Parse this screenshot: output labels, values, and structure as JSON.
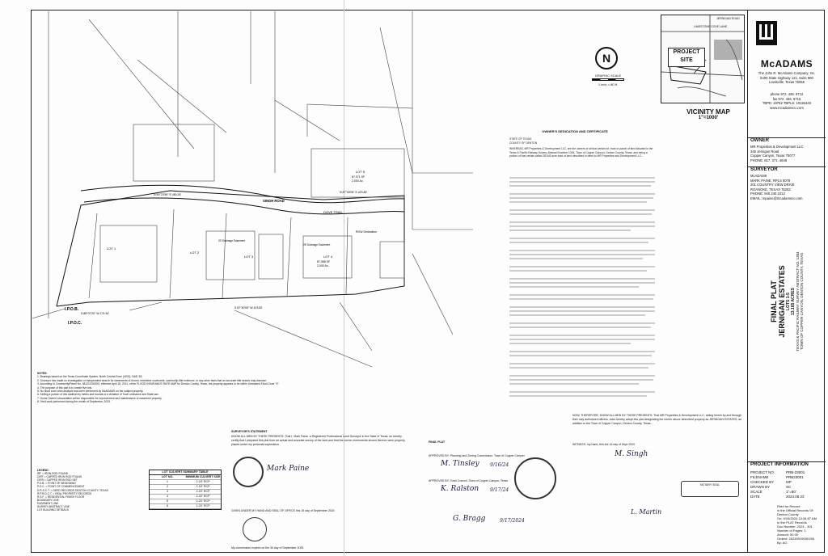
{
  "firm": {
    "name": "McADAMS",
    "address_lines": [
      "The John R. McAdams Company, Inc.",
      "6400 State Highway 121, Suite 800",
      "Lewisville, Texas 75056"
    ],
    "phone_lines": [
      "phone 972. 436. 9712",
      "fax 972. 436. 9715",
      "TBPE: 19762 TBPLS: 10194440",
      "www.mcadamsco.com"
    ]
  },
  "owner": {
    "header": "OWNER",
    "lines": [
      "MR Properties & Development LLC",
      "345 Jernigan Road",
      "Copper Canyon, Texas 75077",
      "PHONE: 817. 371. 4848"
    ]
  },
  "surveyor": {
    "header": "SURVEYOR",
    "lines": [
      "McADAMS",
      "MARK PAINE, RPLS 5078",
      "201 COUNTRY VIEW DRIVE",
      "ROANOKE, TEXAS 76262",
      "PHONE: 940.240.1012",
      "EMAIL: mpaine@mcadamsco.com"
    ]
  },
  "title": {
    "line1": "FINAL PLAT",
    "line2": "JERNIGAN ESTATES",
    "line3": "LOTS 1-5",
    "line4": "13.165 ACRES",
    "line5": "TEXAS & PACIFIC RAILWAY SURVEY ABSTRACT NO. 1304",
    "line6": "TOWN OF COPPER CANYON, DENTON COUNTY, TEXAS"
  },
  "project_info": {
    "header": "PROJECT INFORMATION",
    "rows": [
      {
        "k": "PROJECT NO.",
        "v": "PRB-23001"
      },
      {
        "k": "FILENAME",
        "v": "PRB23001"
      },
      {
        "k": "CHECKED BY",
        "v": "MP"
      },
      {
        "k": "DRAWN BY",
        "v": "SC"
      },
      {
        "k": "SCALE",
        "v": "1\"=80'"
      },
      {
        "k": "DATE",
        "v": "2024.08.23"
      }
    ]
  },
  "recording": {
    "lines": [
      "Filed for Record",
      "in the Official Records Of:",
      "Denton County",
      "On: 9/19/2024 10:34:57 AM",
      "In the PLAT Records",
      "Doc Number: 2024 - 301",
      "Number of Pages: 1",
      "Amount: 50.00",
      "Order#: 20240919000156",
      "By: AG"
    ]
  },
  "vicinity": {
    "site_label": "PROJECT SITE",
    "title": "VICINITY MAP",
    "scale": "1\"=1000'",
    "road_label": "LIMESTONE COVE LANE",
    "road_label2": "JERNIGAN ROAD"
  },
  "graphic_scale": {
    "label": "GRAPHIC SCALE",
    "units": "1 inch = 80 ft."
  },
  "north": "N",
  "plat_labels": {
    "ipob": "I.P.O.B.",
    "ipoc": "I.P.O.C.",
    "road1": "SINGH ROAD",
    "road2": "DOVE TRAIL",
    "row_dedication": "ROW Dedication",
    "lot1": "LOT 1",
    "lot2": "LOT 2",
    "lot3": "LOT 3",
    "lot4": "LOT 4",
    "lot5": "LOT 5",
    "lot4_area": "87,088 SF",
    "lot4_ac": "2.000 Ac.",
    "lot5_area": "87,071 SF",
    "lot5_ac": "2.000 Ac.",
    "bearing1": "N 89°23'59\" E 450.00'",
    "bearing2": "N 87°40'05\" E 423.82'",
    "bearing3": "S 88°07'20\" W 174.34'",
    "bearing4": "S 87°40'05\" W 423.82'",
    "drainage": "20' Drainage Easement",
    "wm": "25' Drainage Easement"
  },
  "owners_cert": {
    "title": "OWNER'S DEDICATION AND CERTIFICATE",
    "state": "STATE OF TEXAS",
    "county": "COUNTY OF DENTON",
    "whereas": "WHEREAS, MR Properties & Development LLC, are the owners of all that certain lot, tract or parcel of land situated in the Texas & Pacific Railway Survey, Abstract Number 1304, Town of Copper Canyon, Denton County, Texas, and being a portion of that certain called 28.643 acre tract of land described in deed to MR Properties and Development LLC..."
  },
  "notes": {
    "header": "NOTES:",
    "items": [
      "1. Bearings based on the Texas Coordinate System, North Central Zone (4202), NAD '83.",
      "2. Surveyor has made no investigation or independent search for easements of record, restrictive covenants, ownership title evidence, or any other facts that an accurate title search may disclose.",
      "3. According to Community/Panel No. 48121C0630G, effective April 18, 2011, of the FLOOD INSURANCE RATE MAP for Denton County, Texas, the property appears to be within Unshaded Flood Zone \"X\".",
      "4. The purpose of this plat is to create five lots.",
      "5. No flood zone area analysis has been performed by McADAMS on the subject property.",
      "6. Selling a portion of this addition by metes and bounds is a violation of Town ordinance and State law.",
      "7. Home Owner's Association will be responsible for improvement and maintenance of easement property.",
      "8. Field work performed during the month of September, 2023."
    ]
  },
  "legend": {
    "header": "LEGEND",
    "items": [
      "IRF = IRON ROD FOUND",
      "CIRF = CAPPED IRON ROD FOUND",
      "CIRS = CAPPED IRON ROD SET",
      "P.O.B. = POINT OF BEGINNING",
      "P.O.C. = POINT OF COMMENCEMENT",
      "D.R.D.C.T. = DEED RECORDS DENTON COUNTY, TEXAS",
      "R.P.R.D.C.T. = REAL PROPERTY RECORDS",
      "R.S.F. = RESIDENTIAL FINISH FLOOR",
      "BOUNDARY LINE",
      "EASEMENT LINE",
      "SURVEY ABSTRACT LINE",
      "LOT BUILDING SETBACK"
    ]
  },
  "lot_culvert_table": {
    "title": "LOT CULVERT SUMMARY TABLE",
    "col1": "LOT NO.",
    "col2": "MINIMUM CULVERT SIZE",
    "rows": [
      {
        "lot": "1",
        "size": "2-18\" RCP"
      },
      {
        "lot": "2",
        "size": "2-18\" RCP"
      },
      {
        "lot": "3",
        "size": "2-24\" RCP"
      },
      {
        "lot": "4",
        "size": "2-24\" RCP"
      },
      {
        "lot": "5",
        "size": "1-24\" RCP"
      },
      {
        "lot": "6",
        "size": "1-24\" RCP"
      }
    ]
  },
  "surveyor_stmt": {
    "title": "SURVEYOR'S STATEMENT",
    "body": "KNOW ALL MEN BY THESE PRESENTS: That I, Mark Paine, a Registered Professional Land Surveyor in the State of Texas, do hereby certify that I prepared this plat from an actual and accurate survey of the land and that the corner monuments shown thereon were properly placed under my personal supervision.",
    "date_line": "GIVEN UNDER MY HAND AND SEAL OF OFFICE this 19 day of September 2024",
    "notary_line": "My commission expires on the 30 day of September 2025"
  },
  "final_plat": {
    "title": "FINAL PLAT",
    "approved1": "APPROVED BY: Planning and Zoning Commission, Town of Copper Canyon",
    "approved2": "APPROVED BY: Town Council, Town of Copper Canyon, Texas",
    "date1": "9/16/24",
    "date2": "9/17/24",
    "date3": "9/17/2024"
  },
  "owner_sig": {
    "body": "NOW, THEREFORE, KNOW ALL MEN BY THESE PRESENTS: That MR Properties & Development LLC, acting herein by and through their duly authorized officers, does hereby adopt this plat designating the herein above described property as JERNIGAN ESTATES, an addition to the Town of Copper Canyon, Denton County, Texas...",
    "witness": "WITNESS, my hand, this the 16 day of Sept 2024",
    "notary_title": "NOTARY SEAL"
  }
}
